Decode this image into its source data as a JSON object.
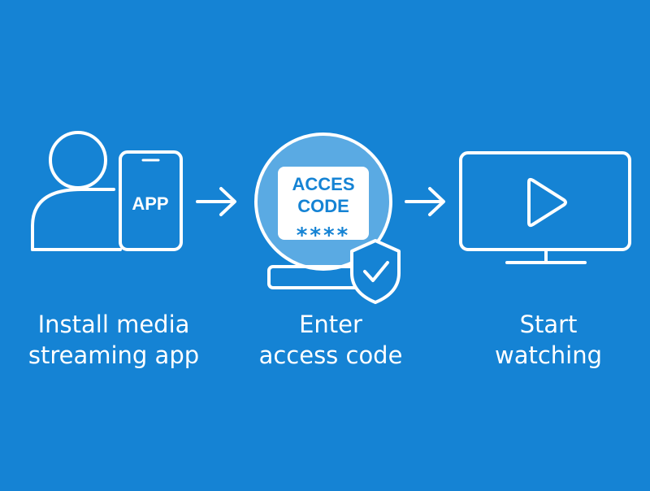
{
  "colors": {
    "background": "#1583d4",
    "stroke": "#ffffff",
    "badge_circle": "#5aaae3",
    "card_text": "#1583d4"
  },
  "steps": [
    {
      "icon": "user-with-phone-icon",
      "phone_text": "APP",
      "label_line1": "Install media",
      "label_line2": "streaming app"
    },
    {
      "icon": "access-code-badge-icon",
      "card_line1": "ACCES",
      "card_line2": "CODE",
      "card_mask": "****",
      "label_line1": "Enter",
      "label_line2": "access code"
    },
    {
      "icon": "monitor-play-icon",
      "label_line1": "Start",
      "label_line2": "watching"
    }
  ],
  "arrows": [
    "arrow-right-icon",
    "arrow-right-icon"
  ]
}
